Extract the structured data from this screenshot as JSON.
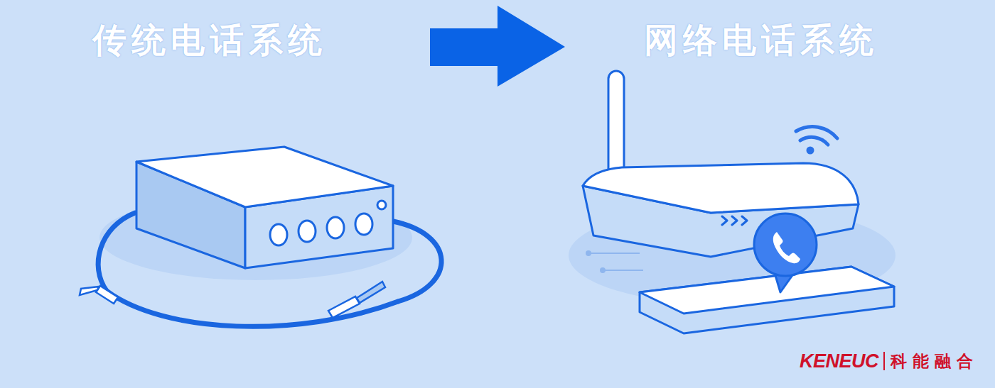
{
  "diagram": {
    "labels": [
      "传统电话系统",
      "网络电话系统",
      "KENEUC",
      "科能融合"
    ]
  }
}
